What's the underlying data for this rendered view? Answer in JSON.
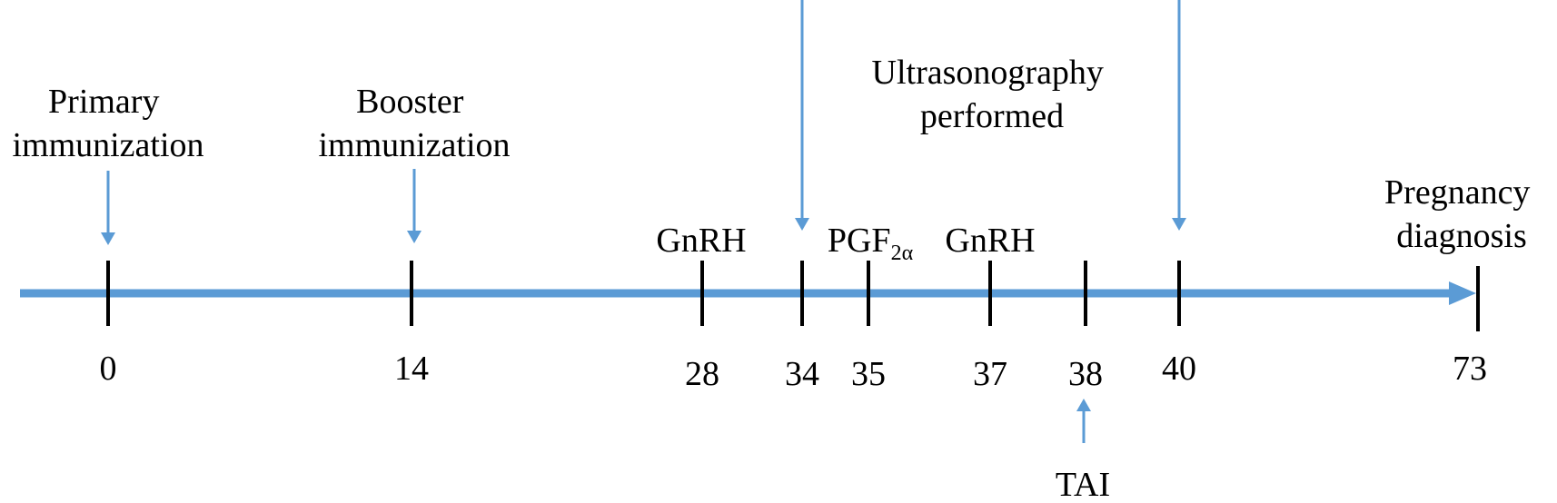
{
  "colors": {
    "timeline": "#5B9BD5",
    "arrow": "#5B9BD5",
    "tick": "#000000",
    "text": "#000000"
  },
  "ticks": [
    {
      "day": "0"
    },
    {
      "day": "14"
    },
    {
      "day": "28"
    },
    {
      "day": "34"
    },
    {
      "day": "35"
    },
    {
      "day": "37"
    },
    {
      "day": "38"
    },
    {
      "day": "40"
    },
    {
      "day": "73"
    }
  ],
  "labels": {
    "primary_immunization": [
      "Primary",
      "immunization"
    ],
    "booster_immunization": [
      "Booster",
      "immunization"
    ],
    "gnrh_first": "GnRH",
    "pgf": {
      "base": "PGF",
      "subscript": "2α"
    },
    "gnrh_second": "GnRH",
    "ultrasonography": [
      "Ultrasonography",
      "performed"
    ],
    "pregnancy_diagnosis": [
      "Pregnancy",
      "diagnosis"
    ],
    "tai": "TAI"
  }
}
